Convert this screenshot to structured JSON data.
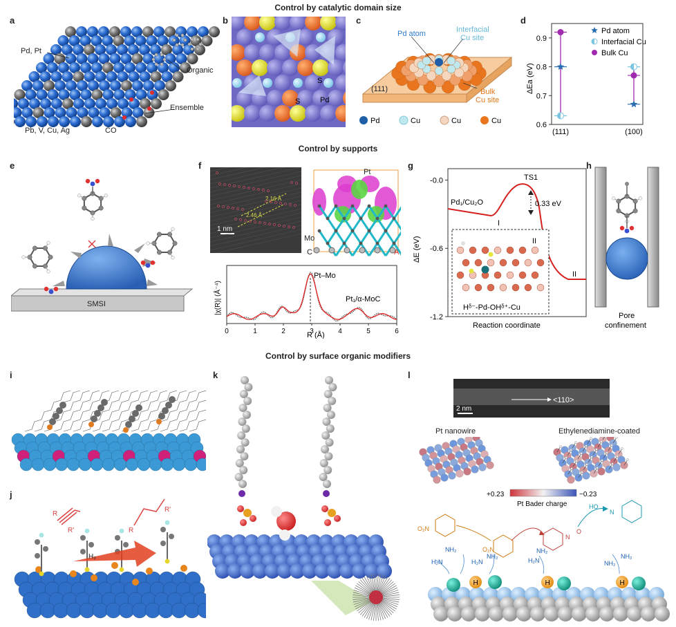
{
  "sections": {
    "s1": "Control by catalytic domain size",
    "s2": "Control by supports",
    "s3": "Control by surface organic modifiers"
  },
  "panel_letters": [
    "a",
    "b",
    "c",
    "d",
    "e",
    "f",
    "g",
    "h",
    "i",
    "j",
    "k",
    "l"
  ],
  "panel_a": {
    "pd_pt": "Pd, Pt",
    "organic": "Organic",
    "ensemble": "Ensemble",
    "pbvcuag": "Pb, V, Cu, Ag",
    "co": "CO"
  },
  "panel_b": {
    "s1": "S",
    "s2": "S",
    "pd": "Pd"
  },
  "panel_c": {
    "pd_atom": "Pd atom",
    "interfacial": "Interfacial",
    "cu_site": "Cu site",
    "bulk": "Bulk",
    "bulk_cu_site": "Cu site",
    "facet": "(111)",
    "legend": [
      "Pd",
      "Cu",
      "Cu",
      "Cu"
    ]
  },
  "chart_data": {
    "type": "scatter",
    "ylabel": "ΔE",
    "ylabel_sub": "a",
    "ylabel_unit": "(eV)",
    "categories": [
      "(111)",
      "(100)"
    ],
    "ylim": [
      0.6,
      0.95
    ],
    "yticks": [
      "0.6",
      "0.7",
      "0.8",
      "0.9"
    ],
    "series": [
      {
        "name": "Pd atom",
        "color": "#2a6db0",
        "marker": "star",
        "values": [
          0.8,
          0.67
        ]
      },
      {
        "name": "Interfacial Cu",
        "color": "#79c4e0",
        "marker": "half-circle",
        "values": [
          0.63,
          0.8
        ]
      },
      {
        "name": "Bulk Cu",
        "color": "#a02ab0",
        "marker": "circle",
        "values": [
          0.92,
          0.77
        ]
      }
    ]
  },
  "panel_e": {
    "smsi": "SMSI"
  },
  "panel_f": {
    "scale": "1 nm",
    "d1": "2.16 Å",
    "d2": "2.46 Å",
    "pt": "Pt",
    "mo": "Mo",
    "c": "C",
    "a": "A",
    "ptmo": "Pt–Mo",
    "sample": "Pt₁/α-MoC",
    "xlabel": "R (Å)",
    "ylabel": "|χ(R)| (Å⁻⁴)",
    "xticks": [
      "0",
      "1",
      "2",
      "3",
      "4",
      "5",
      "6"
    ]
  },
  "panel_g": {
    "ts1": "TS1",
    "ts_energy": "0.33 eV",
    "catalyst": "Pd₁/Cu₂O",
    "i": "I",
    "ii_inset": "II",
    "ii": "II",
    "formula": "Hᵟ⁻-Pd-OHᵟ⁺-Cu",
    "xlabel": "Reaction coordinate",
    "ylabel": "ΔE (eV)",
    "yticks": [
      "-0.0",
      "-0.6",
      "-1.2"
    ]
  },
  "panel_h": {
    "pore": "Pore",
    "confinement": "confinement"
  },
  "panel_j": {
    "r1": "R",
    "r2": "R'",
    "r3": "R",
    "r4": "R'",
    "h2": "H₂"
  },
  "panel_l": {
    "scale": "2 nm",
    "direction": "<110>",
    "pt_nanowire": "Pt nanowire",
    "eda": "Ethylenediamine-coated",
    "cb_max": "+0.23",
    "cb_min": "−0.23",
    "cb_label": "Pt Bader charge",
    "no2a": "O₂N",
    "no2b": "O₂N",
    "nho": "N",
    "o": "O",
    "hoh": "HO",
    "h": "H",
    "amines": [
      "H₂N",
      "NH₂",
      "H₂N",
      "NH₂",
      "H₂N",
      "NH₂",
      "NH₂",
      "NH₂"
    ]
  }
}
